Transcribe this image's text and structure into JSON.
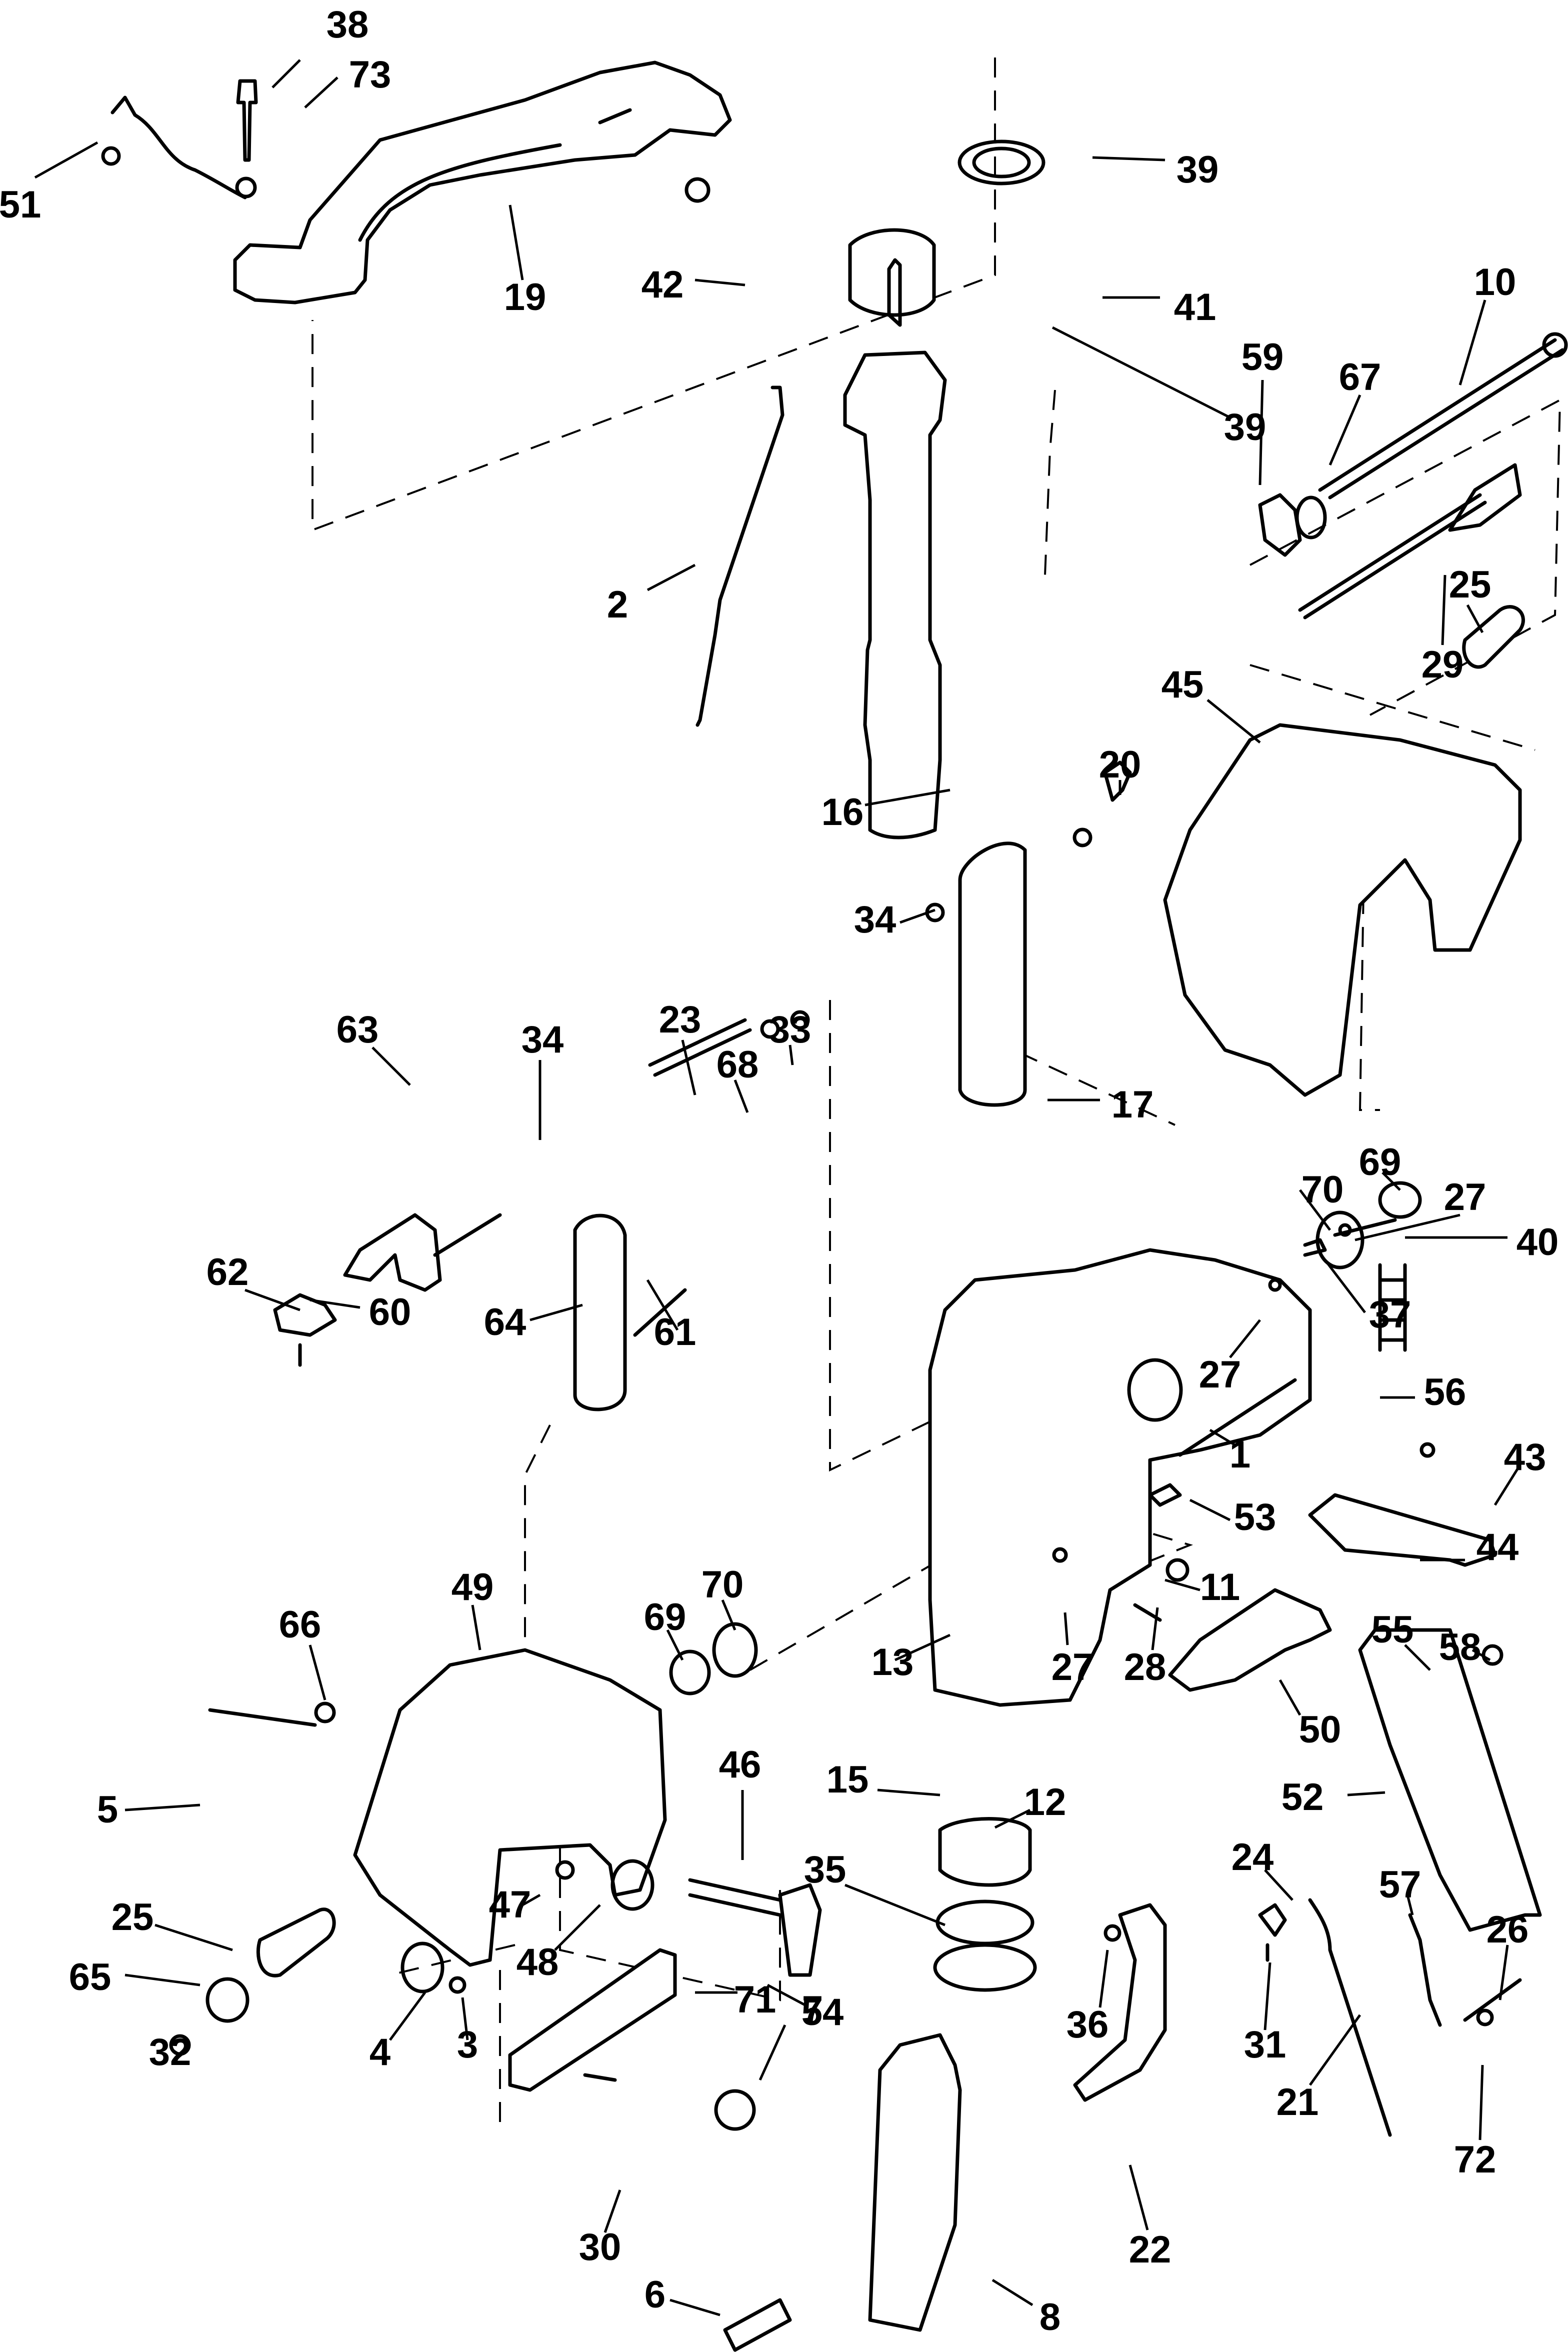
{
  "diagram": {
    "type": "exploded-parts-view",
    "callouts": [
      {
        "id": "c38",
        "label": "38"
      },
      {
        "id": "c73",
        "label": "73"
      },
      {
        "id": "c51",
        "label": "51"
      },
      {
        "id": "c19",
        "label": "19"
      },
      {
        "id": "c39a",
        "label": "39"
      },
      {
        "id": "c42",
        "label": "42"
      },
      {
        "id": "c41",
        "label": "41"
      },
      {
        "id": "c39b",
        "label": "39"
      },
      {
        "id": "c10",
        "label": "10"
      },
      {
        "id": "c59",
        "label": "59"
      },
      {
        "id": "c67",
        "label": "67"
      },
      {
        "id": "c2",
        "label": "2"
      },
      {
        "id": "c25a",
        "label": "25"
      },
      {
        "id": "c29",
        "label": "29"
      },
      {
        "id": "c45",
        "label": "45"
      },
      {
        "id": "c16",
        "label": "16"
      },
      {
        "id": "c20",
        "label": "20"
      },
      {
        "id": "c34a",
        "label": "34"
      },
      {
        "id": "c17",
        "label": "17"
      },
      {
        "id": "c33",
        "label": "33"
      },
      {
        "id": "c68",
        "label": "68"
      },
      {
        "id": "c23",
        "label": "23"
      },
      {
        "id": "c63",
        "label": "63"
      },
      {
        "id": "c34b",
        "label": "34"
      },
      {
        "id": "c62",
        "label": "62"
      },
      {
        "id": "c60",
        "label": "60"
      },
      {
        "id": "c64",
        "label": "64"
      },
      {
        "id": "c61",
        "label": "61"
      },
      {
        "id": "c69a",
        "label": "69"
      },
      {
        "id": "c70a",
        "label": "70"
      },
      {
        "id": "c27a",
        "label": "27"
      },
      {
        "id": "c40",
        "label": "40"
      },
      {
        "id": "c37",
        "label": "37"
      },
      {
        "id": "c27b",
        "label": "27"
      },
      {
        "id": "c56",
        "label": "56"
      },
      {
        "id": "c1",
        "label": "1"
      },
      {
        "id": "c43",
        "label": "43"
      },
      {
        "id": "c53",
        "label": "53"
      },
      {
        "id": "c44",
        "label": "44"
      },
      {
        "id": "c11",
        "label": "11"
      },
      {
        "id": "c49",
        "label": "49"
      },
      {
        "id": "c70b",
        "label": "70"
      },
      {
        "id": "c69b",
        "label": "69"
      },
      {
        "id": "c58",
        "label": "58"
      },
      {
        "id": "c55",
        "label": "55"
      },
      {
        "id": "c13",
        "label": "13"
      },
      {
        "id": "c27c",
        "label": "27"
      },
      {
        "id": "c28",
        "label": "28"
      },
      {
        "id": "c50",
        "label": "50"
      },
      {
        "id": "c66",
        "label": "66"
      },
      {
        "id": "c15",
        "label": "15"
      },
      {
        "id": "c52",
        "label": "52"
      },
      {
        "id": "c5",
        "label": "5"
      },
      {
        "id": "c46",
        "label": "46"
      },
      {
        "id": "c12",
        "label": "12"
      },
      {
        "id": "c35",
        "label": "35"
      },
      {
        "id": "c24",
        "label": "24"
      },
      {
        "id": "c57",
        "label": "57"
      },
      {
        "id": "c26",
        "label": "26"
      },
      {
        "id": "c25b",
        "label": "25"
      },
      {
        "id": "c65",
        "label": "65"
      },
      {
        "id": "c47",
        "label": "47"
      },
      {
        "id": "c48",
        "label": "48"
      },
      {
        "id": "c54",
        "label": "54"
      },
      {
        "id": "c36",
        "label": "36"
      },
      {
        "id": "c31",
        "label": "31"
      },
      {
        "id": "c32",
        "label": "32"
      },
      {
        "id": "c71",
        "label": "71"
      },
      {
        "id": "c4",
        "label": "4"
      },
      {
        "id": "c3",
        "label": "3"
      },
      {
        "id": "c7",
        "label": "7"
      },
      {
        "id": "c21",
        "label": "21"
      },
      {
        "id": "c72",
        "label": "72"
      },
      {
        "id": "c30",
        "label": "30"
      },
      {
        "id": "c22",
        "label": "22"
      },
      {
        "id": "c6",
        "label": "6"
      },
      {
        "id": "c8",
        "label": "8"
      }
    ]
  }
}
